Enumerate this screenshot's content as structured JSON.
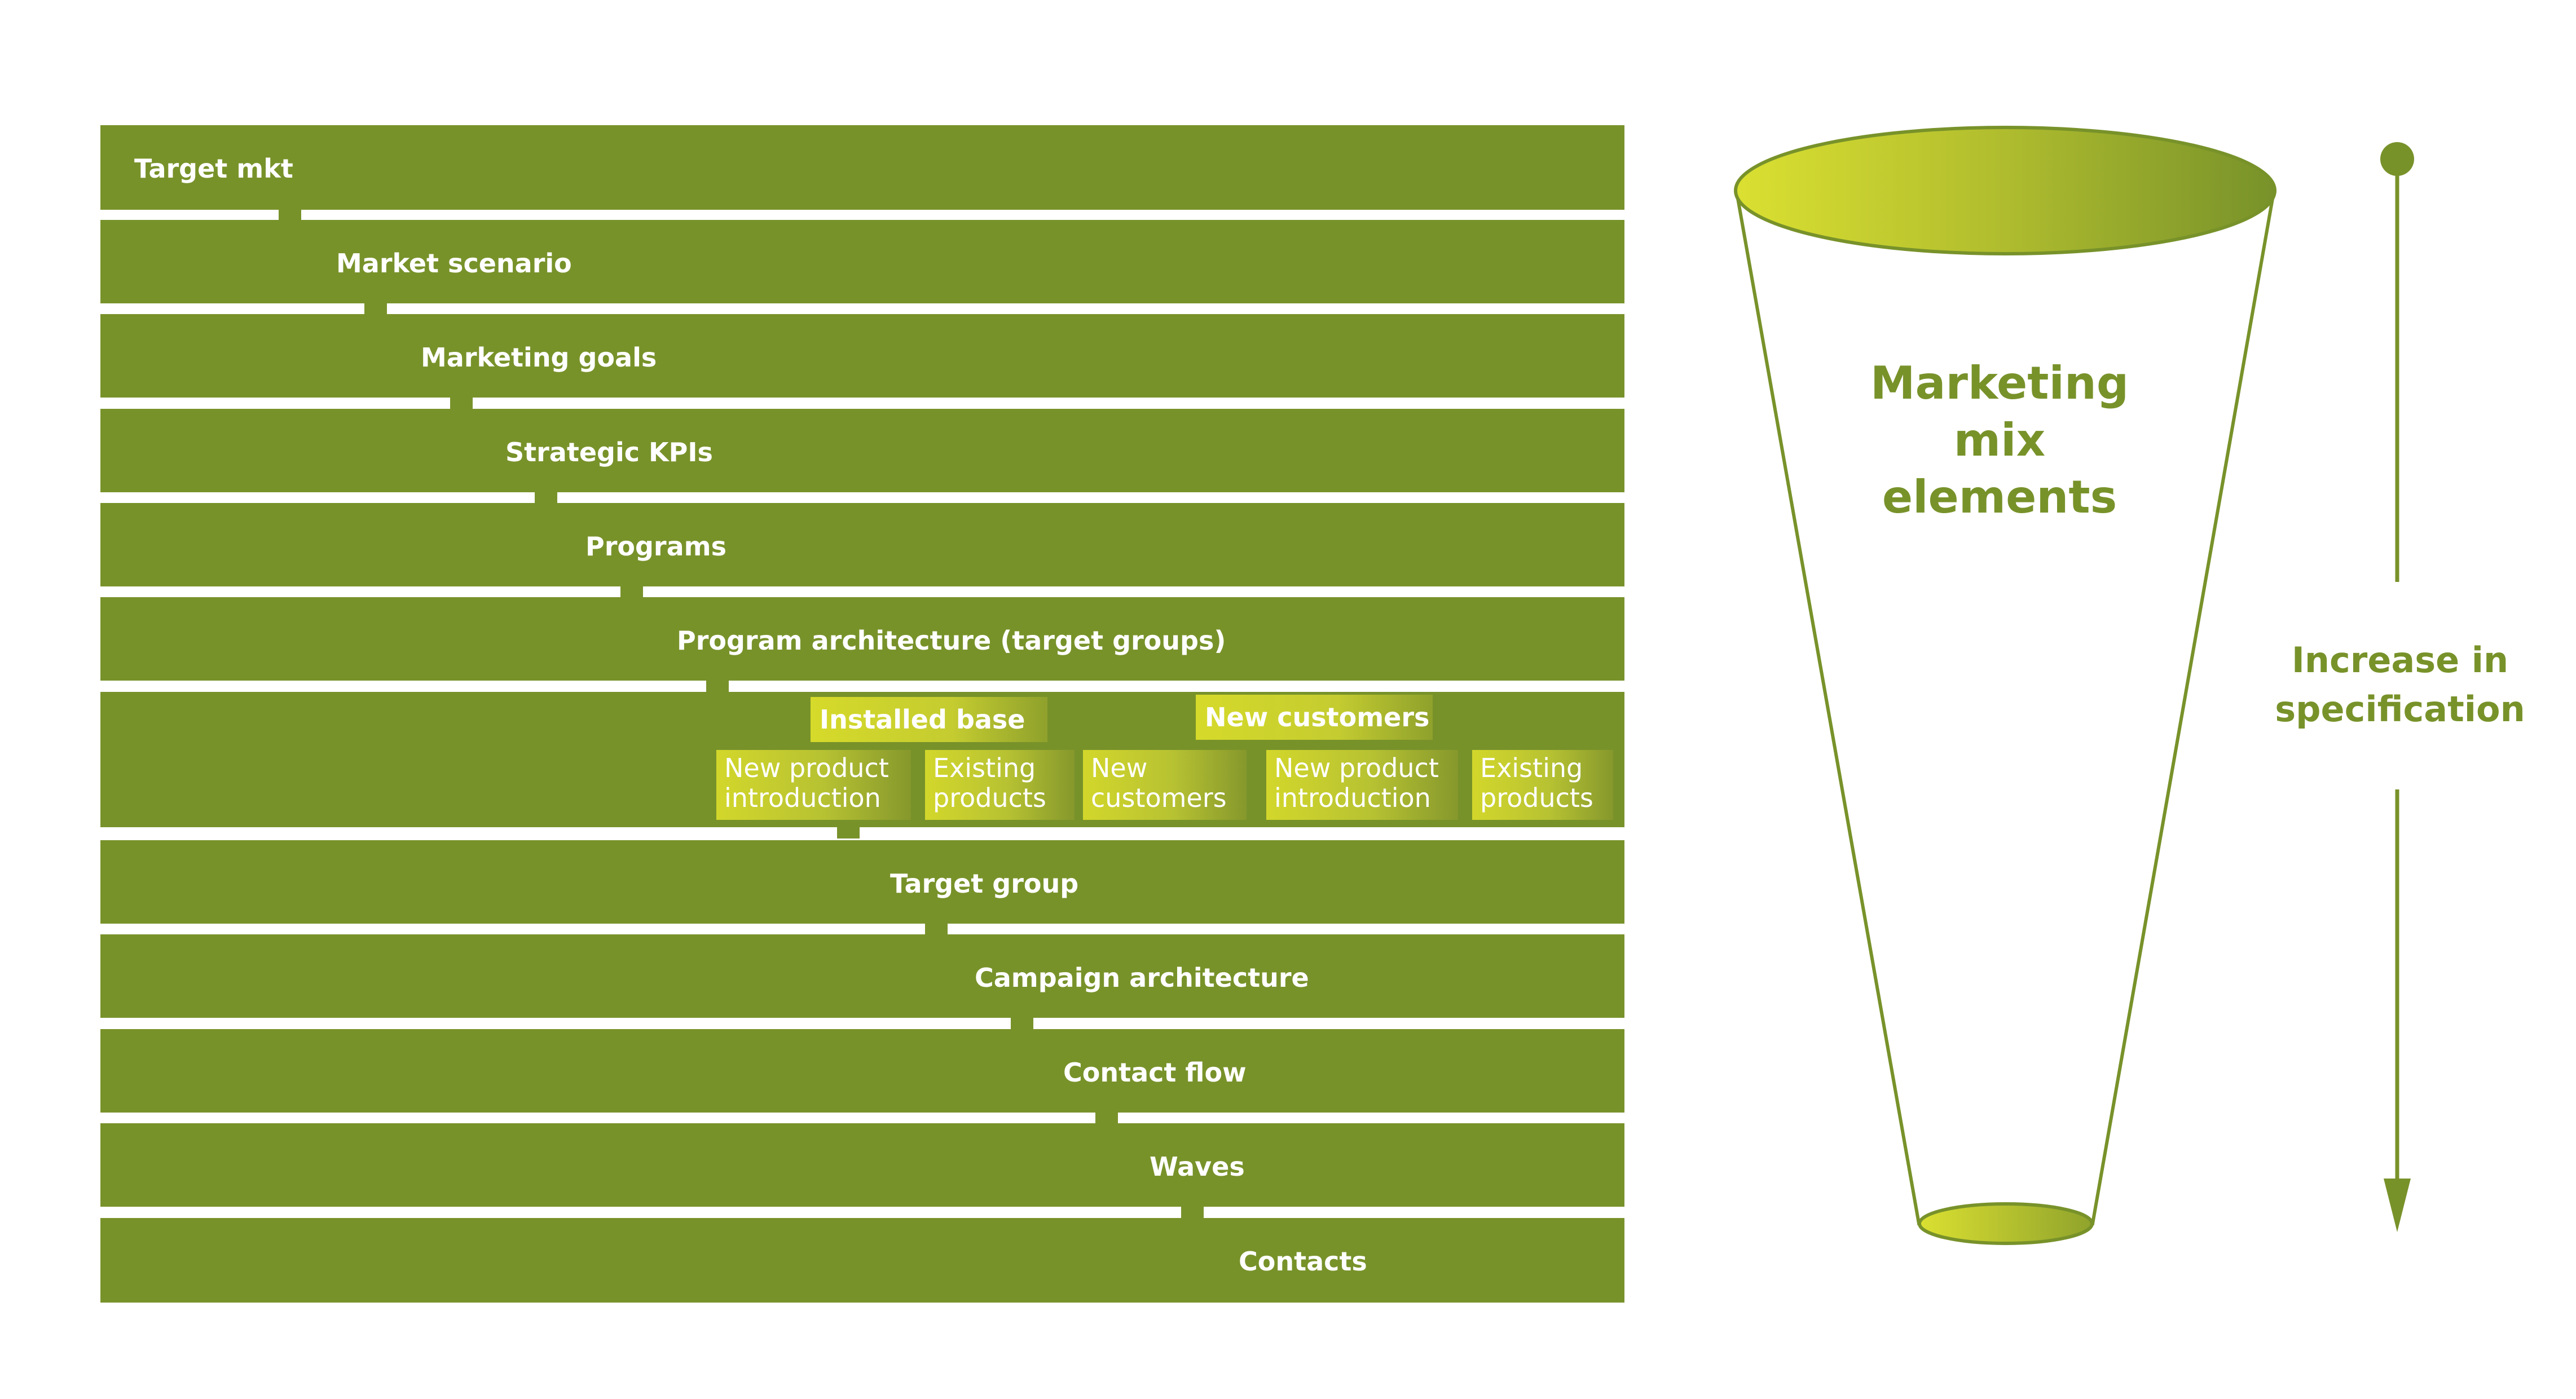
{
  "colors": {
    "band": "#78922a",
    "tag_light": "#d3d72b",
    "tag_mid": "#bcc632",
    "tag_dark": "#a6b536",
    "text_on_band": "#ffffff",
    "accent_text": "#78922a"
  },
  "hierarchy": {
    "levels": [
      "Target mkt",
      "Market scenario",
      "Marketing goals",
      "Strategic KPIs",
      "Programs",
      "Program architecture (target groups)"
    ],
    "segments": {
      "installed_base": {
        "label": "Installed base",
        "children": [
          "New product introduction",
          "Existing products"
        ]
      },
      "new_customers": {
        "label": "New customers",
        "children": [
          "New customers",
          "New product introduction",
          "Existing products"
        ]
      }
    },
    "lower_levels": [
      "Target group",
      "Campaign architecture",
      "Contact flow",
      "Waves",
      "Contacts"
    ]
  },
  "funnel": {
    "title_lines": [
      "Marketing",
      "mix",
      "elements"
    ]
  },
  "specification_axis": {
    "label_lines": [
      "Increase in",
      "specification"
    ]
  }
}
